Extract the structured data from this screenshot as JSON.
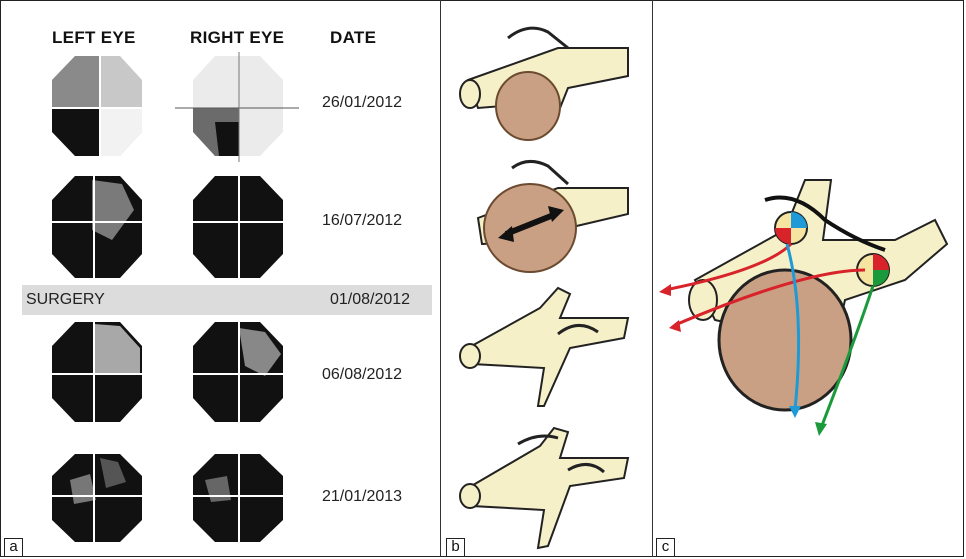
{
  "panel_a": {
    "label": "a",
    "headers": {
      "left_eye": "LEFT EYE",
      "right_eye": "RIGHT EYE",
      "date": "DATE"
    },
    "rows": [
      {
        "date": "26/01/2012"
      },
      {
        "date": "16/07/2012"
      },
      {
        "date": "06/08/2012"
      },
      {
        "date": "21/01/2013"
      }
    ],
    "surgery": {
      "label": "SURGERY",
      "date": "01/08/2012"
    }
  },
  "panel_b": {
    "label": "b"
  },
  "panel_c": {
    "label": "c"
  },
  "colors": {
    "red": "#d8232a",
    "blue": "#1e9ad6",
    "green": "#1a9a3a",
    "bone": "#f6f0c8",
    "mass": "#c9a084"
  }
}
